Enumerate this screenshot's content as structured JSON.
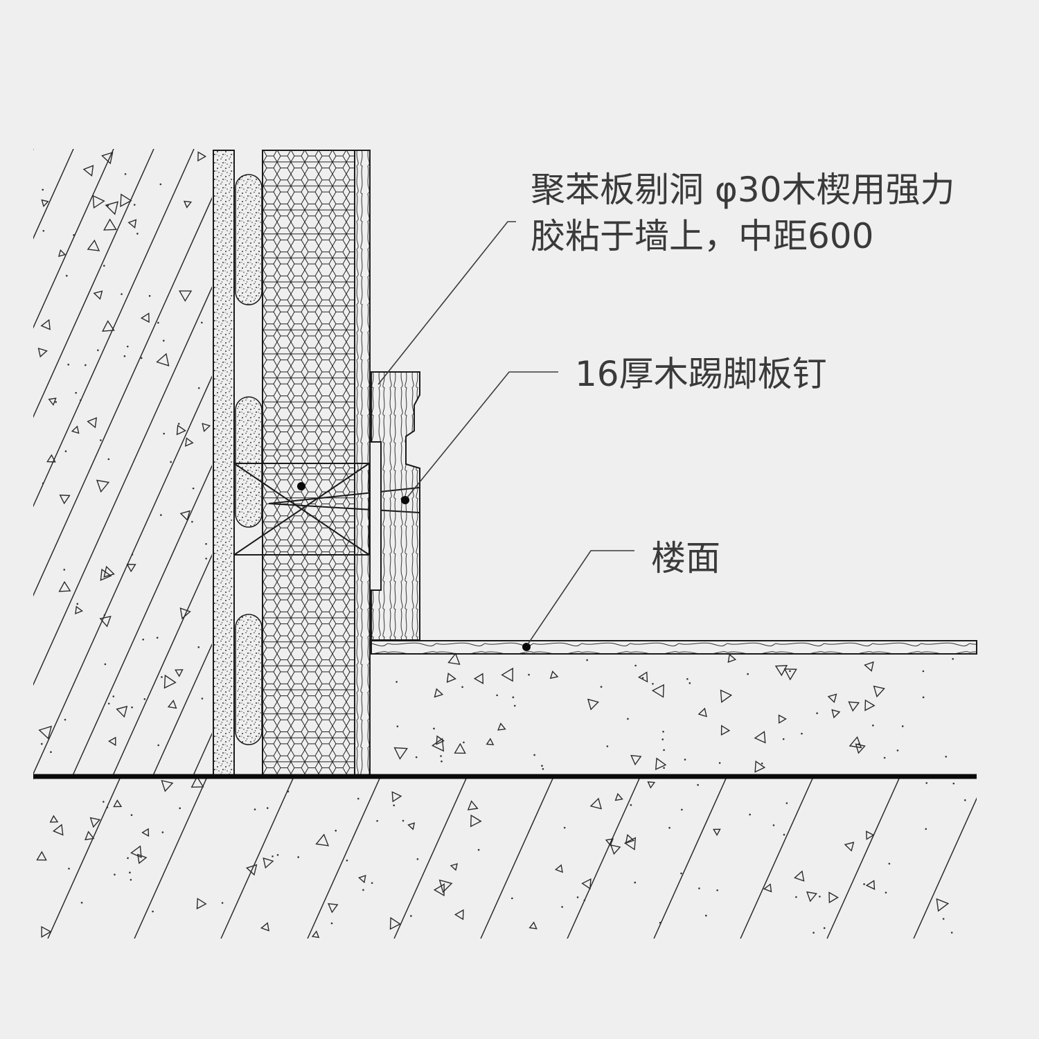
{
  "annotations": [
    {
      "id": "wood-wedge-note",
      "lines": [
        "聚苯板剔洞 φ30木楔用强力",
        "胶粘于墙上，中距600"
      ]
    },
    {
      "id": "skirting-note",
      "lines": [
        "16厚木踢脚板钉"
      ]
    },
    {
      "id": "floor-note",
      "lines": [
        "楼面"
      ]
    }
  ],
  "colors": {
    "background": "#efefef",
    "line": "#1a1a1a",
    "text": "#3a3a3a"
  },
  "icons": [
    "triangle-aggregate-icon",
    "nail-dot-icon"
  ]
}
